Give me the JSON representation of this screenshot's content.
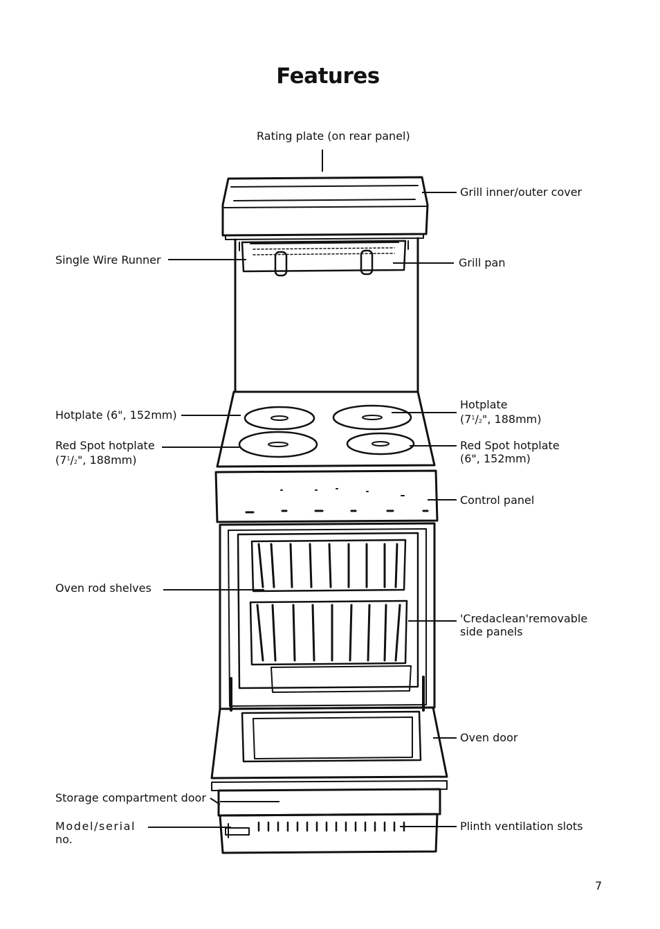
{
  "page": {
    "title": "Features",
    "page_number": "7"
  },
  "labels": {
    "rating_plate": "Rating plate (on rear panel)",
    "grill_cover": "Grill inner/outer cover",
    "wire_runner": "Single Wire Runner",
    "grill_pan": "Grill pan",
    "hotplate_left": "Hotplate (6\", 152mm)",
    "hotplate_right_1": "Hotplate",
    "hotplate_right_2_a": "(7",
    "hotplate_right_2_sup": "1",
    "hotplate_right_2_slash": "/",
    "hotplate_right_2_sub": "2",
    "hotplate_right_2_b": "\", 188mm)",
    "redspot_left_1": "Red Spot hotplate",
    "redspot_left_2_a": "(7",
    "redspot_left_2_sup": "1",
    "redspot_left_2_slash": "/",
    "redspot_left_2_sub": "2",
    "redspot_left_2_b": "\", 188mm)",
    "redspot_right_1": "Red Spot hotplate",
    "redspot_right_2": "(6\", 152mm)",
    "control_panel": "Control panel",
    "rod_shelves": "Oven rod shelves",
    "side_panels_1": "'Credaclean'removable",
    "side_panels_2": "side panels",
    "oven_door": "Oven door",
    "storage_door": "Storage compartment door",
    "model_serial_1": "Model/serial",
    "model_serial_2": "no.",
    "plinth_slots": "Plinth ventilation slots"
  }
}
